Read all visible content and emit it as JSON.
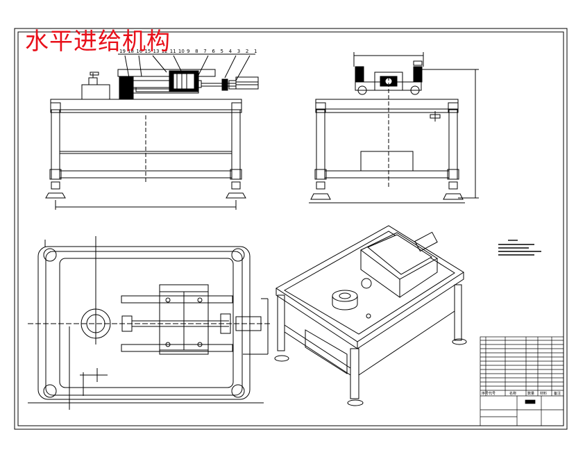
{
  "drawing": {
    "title": "水平进给机构",
    "title_color": "#e8101a",
    "line_color": "#000000"
  },
  "balloons": [
    "19",
    "18",
    "16",
    "15",
    "13",
    "12",
    "11",
    "10",
    "9",
    "8",
    "7",
    "6",
    "5",
    "4",
    "3",
    "2",
    "1"
  ],
  "title_block": {
    "header_cells": [
      "序号",
      "代号",
      "名称",
      "数量",
      "材料",
      "备注"
    ]
  }
}
